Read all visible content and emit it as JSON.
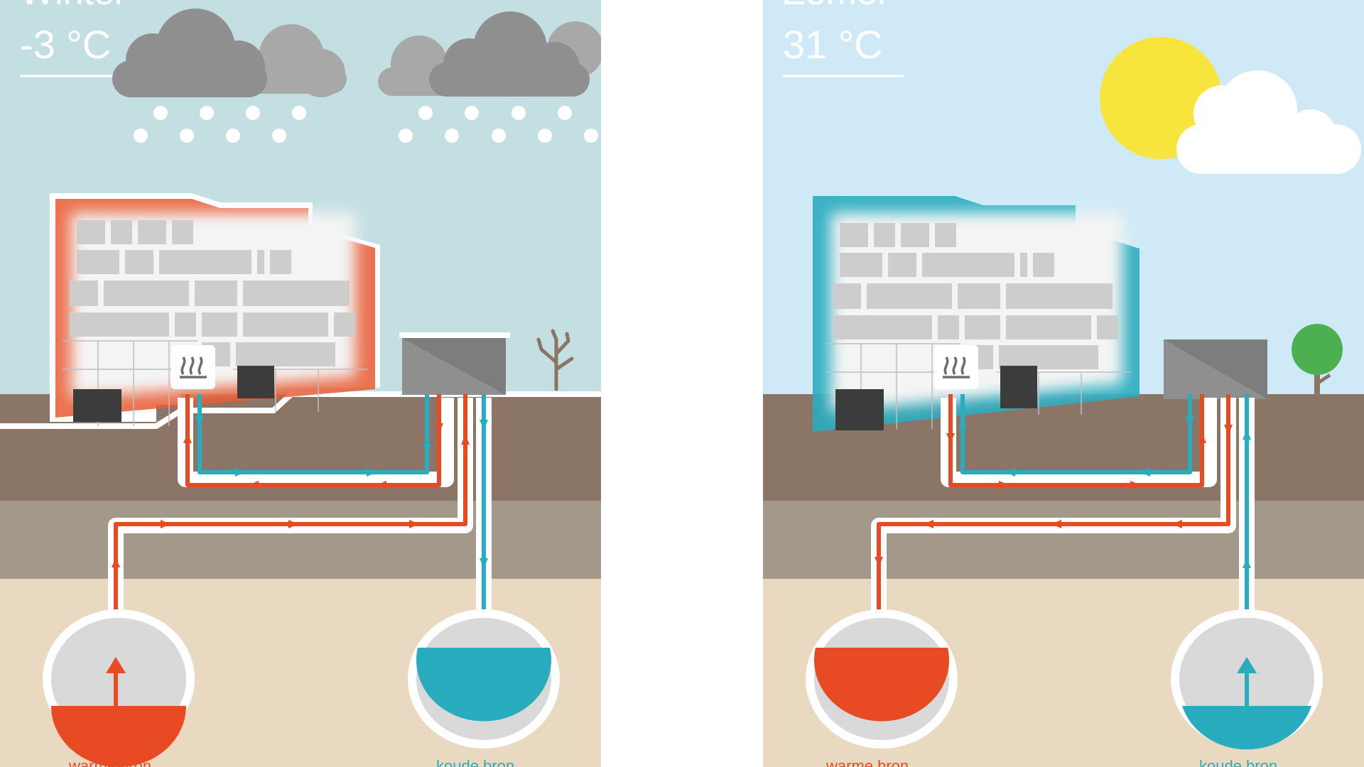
{
  "winter": {
    "season": "Winter",
    "temperature": "-3 °C",
    "warm_well_label": "warme bron",
    "cold_well_label": "koude bron",
    "warm_well_fill": 0.25,
    "cold_well_fill": 0.78
  },
  "summer": {
    "season": "Zomer",
    "temperature": "31 °C",
    "warm_well_label": "warme bron",
    "cold_well_label": "koude bron",
    "warm_well_fill": 0.78,
    "cold_well_fill": 0.25
  },
  "colors": {
    "warm": "#e84b23",
    "cold": "#2aacbf",
    "winter_sky": "#c4dfe2",
    "summer_sky": "#cfeaf6",
    "soil_top": "#8b7566",
    "soil_mid": "#a4988b",
    "soil_deep": "#e9d9c0",
    "cloud": "#8f8f8f",
    "sun": "#f7e53d",
    "tree": "#4caf50"
  },
  "icons": {
    "heat_exchanger": "heater-icon",
    "weather_winter": "snow-cloud-icon",
    "weather_summer": "sun-cloud-icon"
  }
}
